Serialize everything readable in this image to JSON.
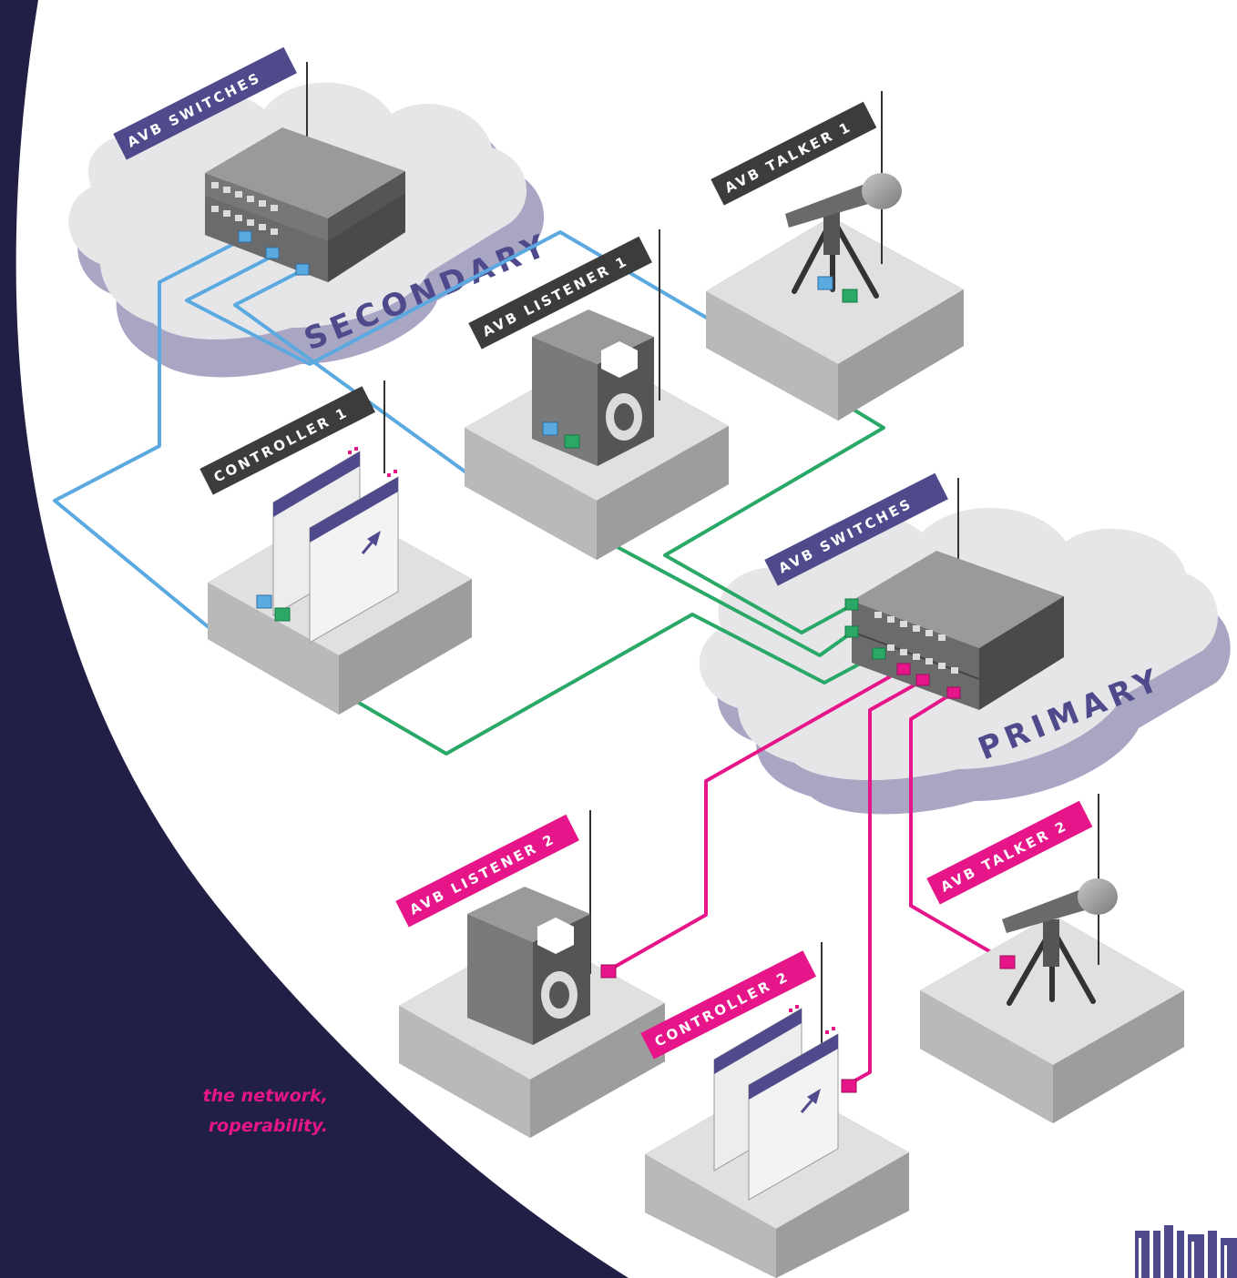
{
  "colors": {
    "background_dark": "#221f47",
    "accent_purple": "#4e4a8c",
    "link_blue": "#5aa9e0",
    "link_green": "#2aa867",
    "link_pink": "#e6168a",
    "tag_dark": "#3c3c3c",
    "cloud": "#e6e6e8",
    "cloud_shadow": "#a9a6c4"
  },
  "clouds": {
    "secondary": {
      "label": "SECONDARY"
    },
    "primary": {
      "label": "PRIMARY"
    }
  },
  "devices": {
    "switches_secondary": {
      "label": "AVB SWITCHES",
      "icon": "network-switch-icon"
    },
    "switches_primary": {
      "label": "AVB SWITCHES",
      "icon": "network-switch-icon"
    },
    "talker1": {
      "label": "AVB TALKER 1",
      "icon": "microphone-icon"
    },
    "listener1": {
      "label": "AVB LISTENER 1",
      "icon": "speaker-icon"
    },
    "controller1": {
      "label": "CONTROLLER 1",
      "icon": "controller-window-icon"
    },
    "listener2": {
      "label": "AVB LISTENER 2",
      "icon": "speaker-icon"
    },
    "controller2": {
      "label": "CONTROLLER 2",
      "icon": "controller-window-icon"
    },
    "talker2": {
      "label": "AVB TALKER 2",
      "icon": "microphone-icon"
    }
  },
  "caption": {
    "line1": "the network,",
    "line2": "roperability."
  },
  "logo": {
    "icon": "brand-logo-icon"
  }
}
